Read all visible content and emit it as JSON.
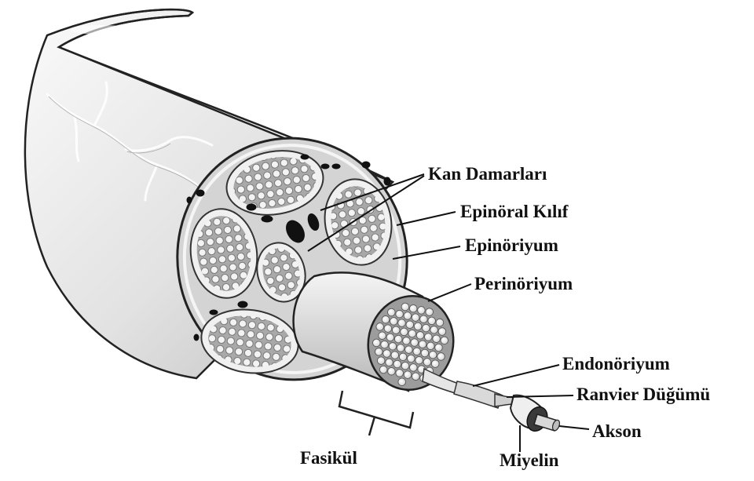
{
  "labels": {
    "kan_damarlari": "Kan Damarları",
    "epinoral_kilif": "Epinöral Kılıf",
    "epinoriyum": "Epinöriyum",
    "perinoriyum": "Perinöriyum",
    "endonoriyum": "Endonöriyum",
    "ranvier_dugumu": "Ranvier Düğümü",
    "akson": "Akson",
    "miyelin": "Miyelin",
    "fasikul": "Fasikül"
  },
  "colors": {
    "nerve_fill": "#e6e6e6",
    "cross_section": "#d2d2d2",
    "fascicle_fill": "#bdbdbd",
    "fiber_fill": "#f2f2f2",
    "vessel_fill": "#111111",
    "label_text": "#111111"
  }
}
